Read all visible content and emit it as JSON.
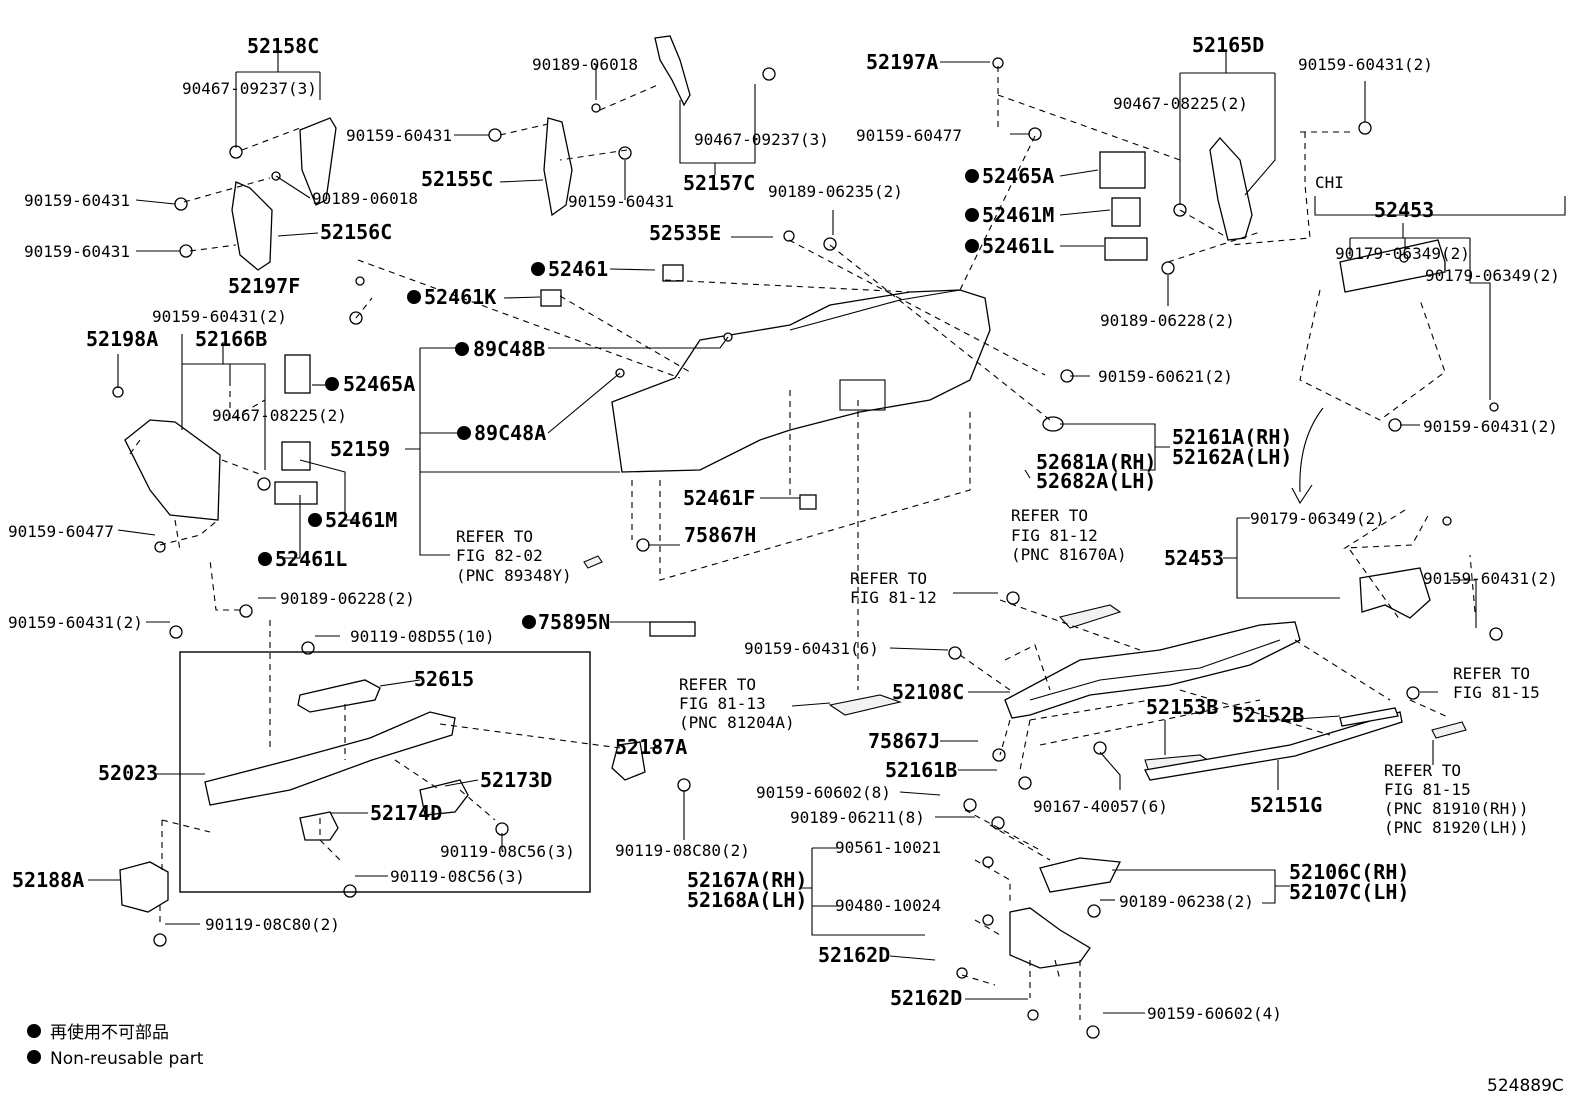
{
  "labels": {
    "l1": "52158C",
    "l2": "90467-09237(3)",
    "l3": "90159-60431",
    "l4": "90159-60431",
    "l5": "90189-06018",
    "l6": "52156C",
    "l7": "90159-60431",
    "l8": "52197F",
    "l9": "90159-60431(2)",
    "l10": "52198A",
    "l11": "52166B",
    "l12": "90467-08225(2)",
    "l13": "52465A",
    "l14": "52159",
    "l15": "90159-60477",
    "l16": "52461M",
    "l17": "52461L",
    "l18": "90159-60431(2)",
    "l19": "90189-06228(2)",
    "l20": "90119-08D55(10)",
    "l21": "52615",
    "l22": "52023",
    "l23": "52173D",
    "l24": "52174D",
    "l25": "90119-08C56(3)",
    "l26": "52188A",
    "l27": "90119-08C56(3)",
    "l28": "90119-08C80(2)",
    "l29": "90189-06018",
    "l30": "90467-09237(3)",
    "l31": "52155C",
    "l32": "90159-60431",
    "l33": "52157C",
    "l34": "90189-06235(2)",
    "l35": "52535E",
    "l36": "52461",
    "l37": "52461K",
    "l38": "89C48B",
    "l39": "",
    "l40": "89C48A",
    "l41": "52461F",
    "l42": "75867H",
    "l43": "75895N",
    "l44": "52197A",
    "l45": "90159-60477",
    "l46": "52165D",
    "l47": "90467-08225(2)",
    "l48": "90159-60431(2)",
    "l49": "52465A",
    "l50": "52461M",
    "l51": "52461L",
    "l52": "90189-06228(2)",
    "l53": "90159-60621(2)",
    "l54": "52161A(RH)",
    "l55": "52162A(LH)",
    "l56": "52681A(RH)",
    "l57": "52682A(LH)",
    "chi": "CHI",
    "l58": "52453",
    "l59": "90179-06349(2)",
    "l60": "90179-06349(2)",
    "l61": "90159-60431(2)",
    "l62": "90179-06349(2)",
    "l63": "52453",
    "l64": "90159-60431(2)",
    "l65": "90159-60431(6)",
    "l66": "52108C",
    "l67": "75867J",
    "l68": "52161B",
    "l69": "90159-60602(8)",
    "l70": "90189-06211(8)",
    "l71": "90167-40057(6)",
    "l72": "52153B",
    "l73": "52152B",
    "l74": "52151G",
    "l75": "52187A",
    "l76": "90119-08C80(2)",
    "l77": "90561-10021",
    "l78": "52167A(RH)",
    "l79": "52168A(LH)",
    "l80": "90480-10024",
    "l81": "52162D",
    "l82": "52162D",
    "l83": "90189-06238(2)",
    "l84": "52106C(RH)",
    "l85": "52107C(LH)",
    "l86": "90159-60602(4)"
  },
  "refs": {
    "r1": {
      "line1": "REFER TO",
      "line2": "FIG 82-02",
      "line3": "(PNC 89348Y)"
    },
    "r2": {
      "line1": "REFER TO",
      "line2": "FIG 81-12",
      "line3": "(PNC 81670A)"
    },
    "r3": {
      "line1": "REFER TO",
      "line2": "FIG 81-12"
    },
    "r4": {
      "line1": "REFER TO",
      "line2": "FIG 81-13",
      "line3": "(PNC 81204A)"
    },
    "r5": {
      "line1": "REFER TO",
      "line2": "FIG 81-15"
    },
    "r6": {
      "line1": "REFER TO",
      "line2": "FIG 81-15",
      "line3": "(PNC 81910(RH))",
      "line4": "(PNC 81920(LH))"
    }
  },
  "legend": {
    "jp": "再使用不可部品",
    "en": "Non-reusable part"
  },
  "figure_id": "524889C"
}
